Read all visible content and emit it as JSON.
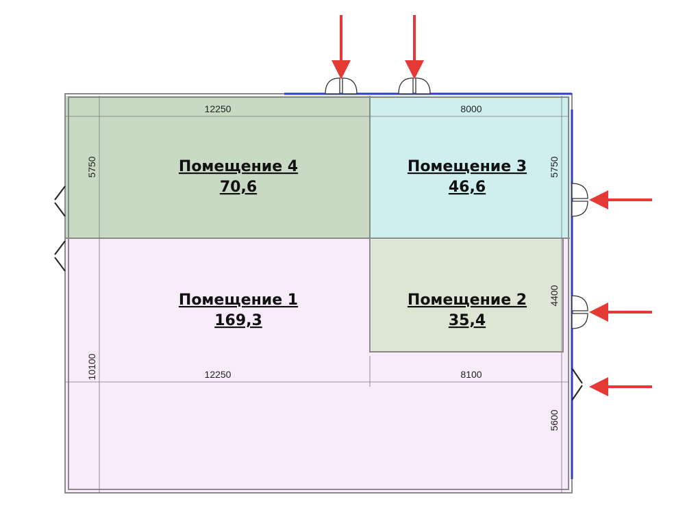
{
  "rooms": [
    {
      "name": "Помещение 4",
      "area": "70,6",
      "color": "#c8d9c4"
    },
    {
      "name": "Помещение 3",
      "area": "46,6",
      "color": "#cfeeee"
    },
    {
      "name": "Помещение 1",
      "area": "169,3",
      "color": "#f8ecfb"
    },
    {
      "name": "Помещение 2",
      "area": "35,4",
      "color": "#dde6d4"
    }
  ],
  "dimensions": {
    "top_left": "12250",
    "top_right": "8000",
    "left_top": "5750",
    "right_top": "5750",
    "right_middle": "4400",
    "left_bottom": "10100",
    "mid_left": "12250",
    "mid_right": "8100",
    "right_bottom": "5600"
  },
  "colors": {
    "entrance_arrow": "#e53935",
    "window_wall": "#2b3fbf"
  }
}
